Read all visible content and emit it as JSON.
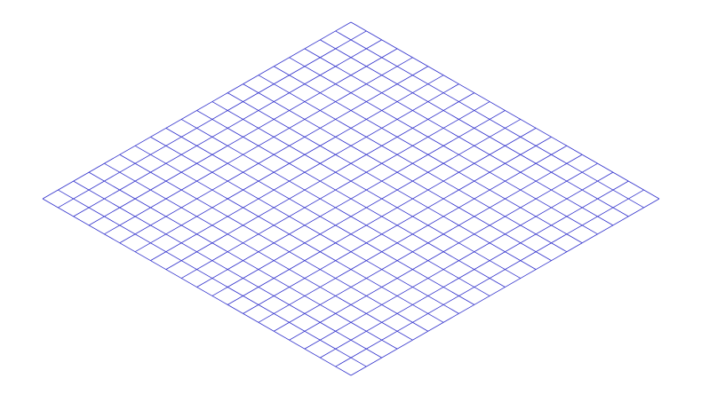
{
  "grid": {
    "type": "isometric-grid",
    "rows": 20,
    "columns": 20,
    "line_color": "#3333cc",
    "background_color": "#ffffff"
  }
}
